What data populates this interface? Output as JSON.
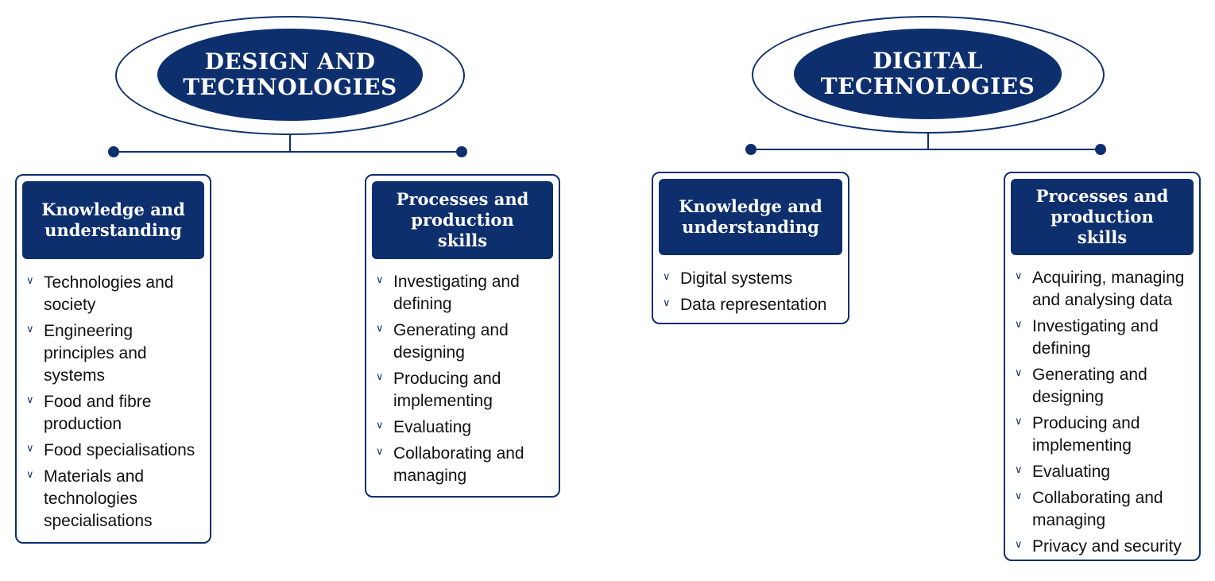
{
  "left": {
    "title": "DESIGN AND TECHNOLOGIES",
    "cards": [
      {
        "heading": "Knowledge and understanding",
        "items": [
          "Technologies and society",
          "Engineering principles and systems",
          "Food and fibre production",
          "Food specialisations",
          "Materials and technologies specialisations"
        ]
      },
      {
        "heading": "Processes and production skills",
        "items": [
          "Investigating and defining",
          "Generating and designing",
          "Producing and implementing",
          "Evaluating",
          "Collaborating and managing"
        ]
      }
    ]
  },
  "right": {
    "title": "DIGITAL TECHNOLOGIES",
    "cards": [
      {
        "heading": "Knowledge and understanding",
        "items": [
          "Digital systems",
          "Data representation"
        ]
      },
      {
        "heading": "Processes and production skills",
        "items": [
          "Acquiring, managing and analysing data",
          "Investigating and defining",
          "Generating and designing",
          "Producing and implementing",
          "Evaluating",
          "Collaborating and managing",
          "Privacy and security"
        ]
      }
    ]
  },
  "bullet_icon": "chevron-down-icon",
  "colors": {
    "navy": "#0d2f6e",
    "background": "#ffffff",
    "text": "#111111"
  }
}
